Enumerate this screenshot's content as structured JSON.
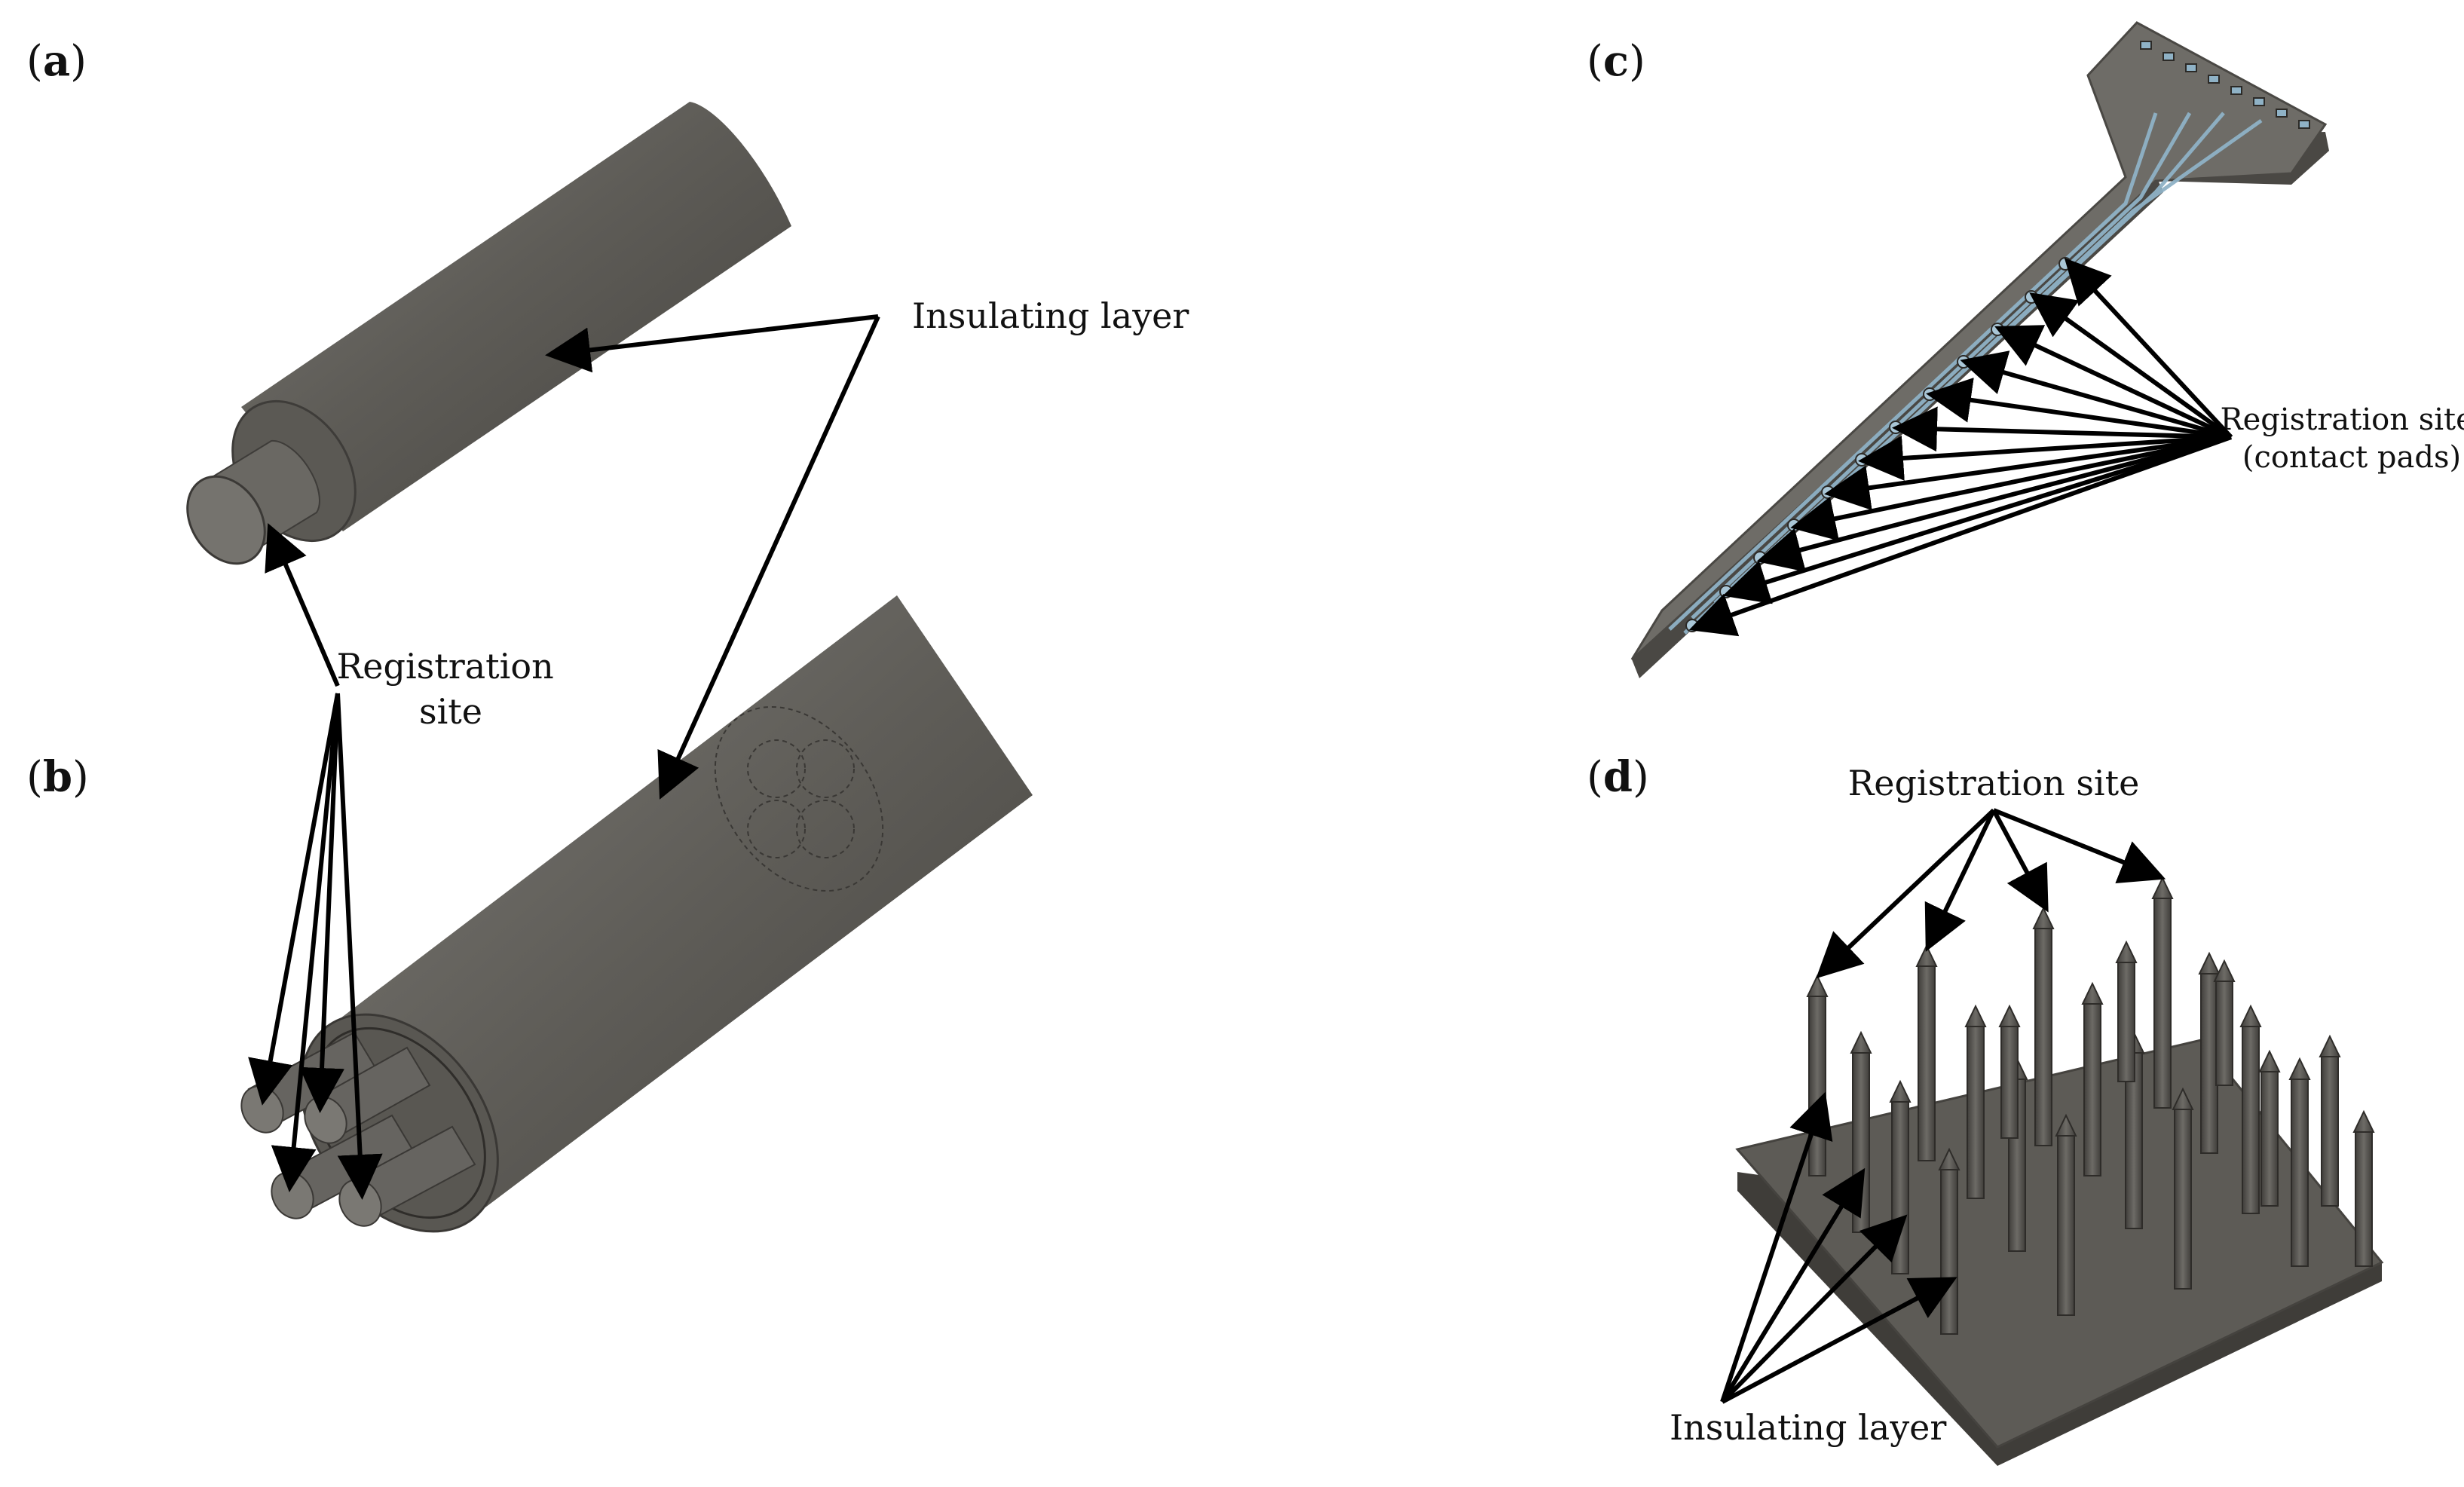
{
  "panels": {
    "a": {
      "letter": "a"
    },
    "b": {
      "letter": "b"
    },
    "c": {
      "letter": "c"
    },
    "d": {
      "letter": "d"
    }
  },
  "labels": {
    "insulating_layer_ab": "Insulating layer",
    "registration_site_ab_line1": "Registration",
    "registration_site_ab_line2": "site",
    "registration_site_c_line1": "Registration site",
    "registration_site_c_line2": "(contact pads)",
    "registration_site_d": "Registration site",
    "insulating_layer_d": "Insulating layer"
  },
  "colors": {
    "model_gray": "#5e5c57",
    "trace_blue": "#8fb2c6",
    "background": "#ffffff"
  }
}
